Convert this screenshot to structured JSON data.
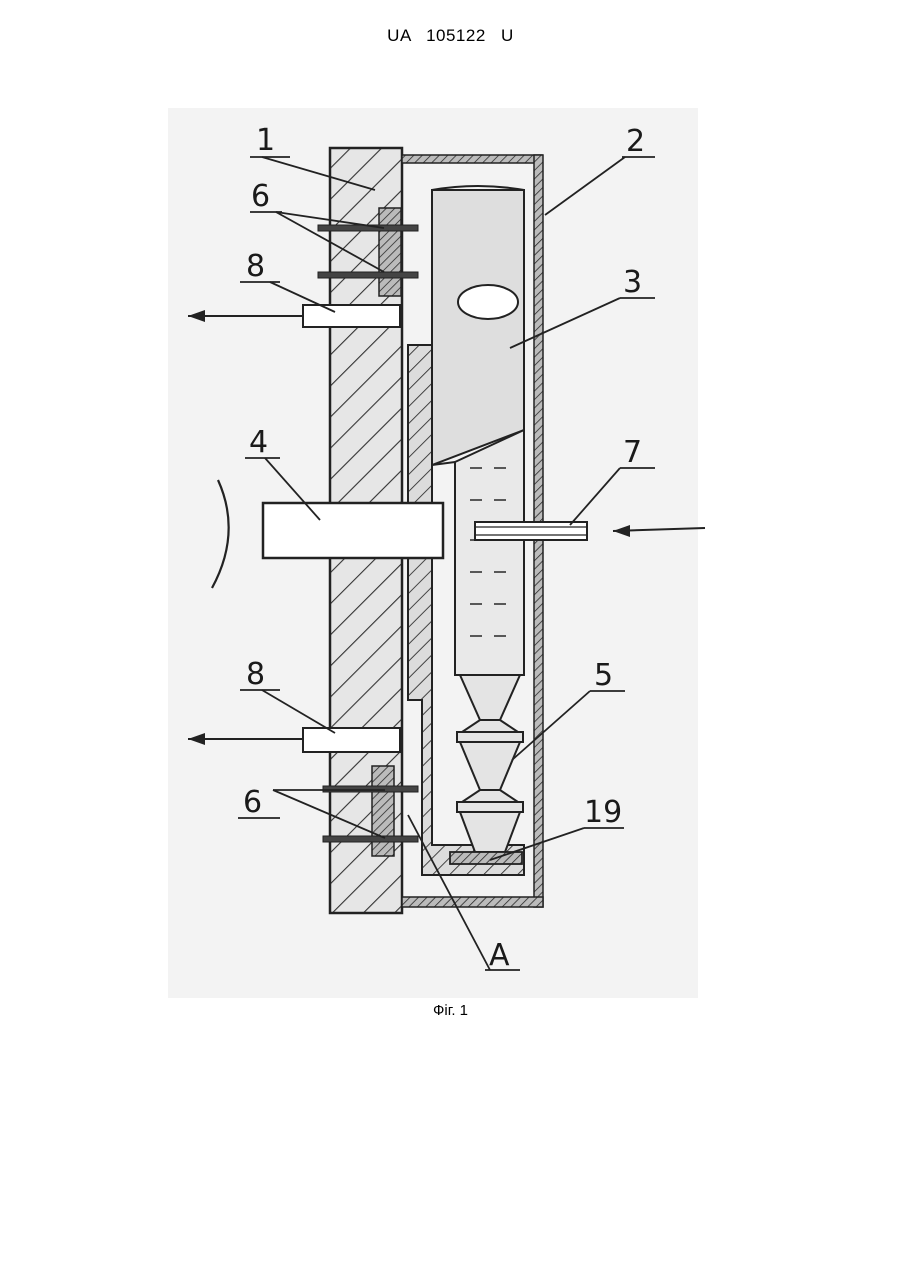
{
  "document": {
    "header": "UA 105122 U",
    "caption": "Фіг. 1"
  },
  "labels": {
    "l1": "1",
    "l2": "2",
    "l3": "3",
    "l4": "4",
    "l5": "5",
    "l6a": "6",
    "l6b": "6",
    "l7": "7",
    "l8a": "8",
    "l8b": "8",
    "l19": "19",
    "lA": "A"
  }
}
